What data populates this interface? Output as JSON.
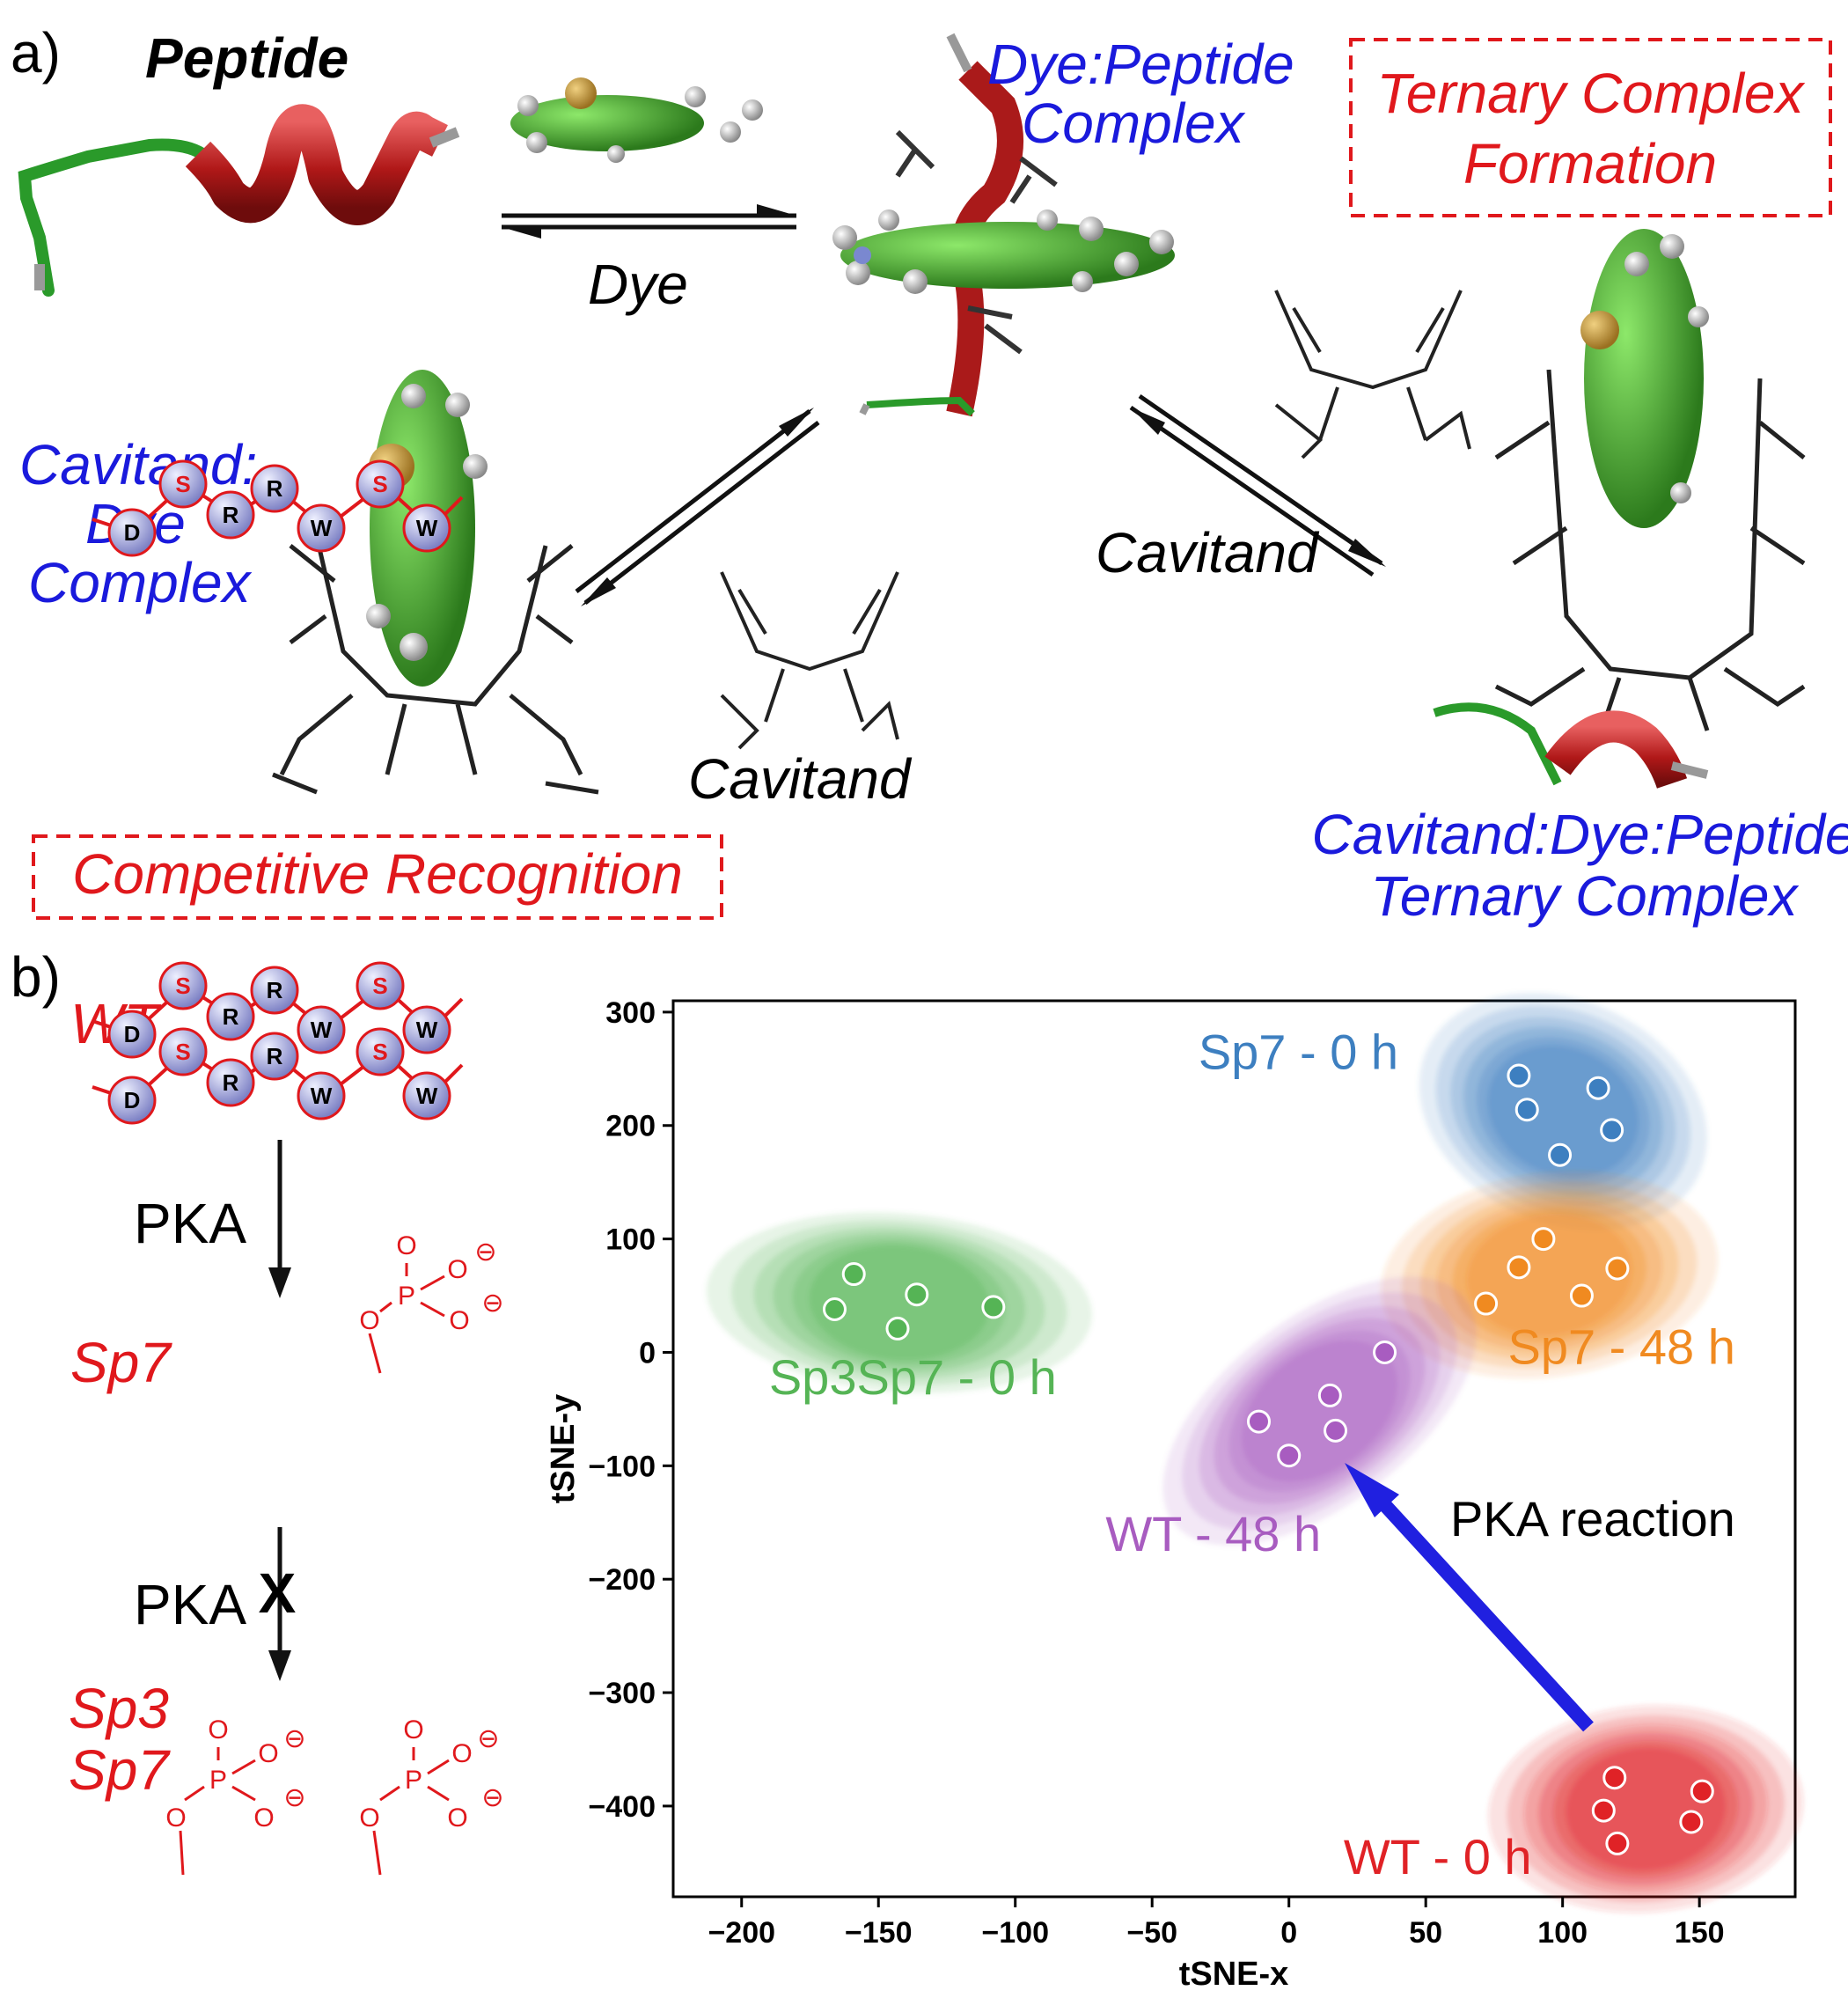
{
  "panel_a": {
    "label": "a)",
    "peptide": "Peptide",
    "dye": "Dye",
    "dye_peptide_line1": "Dye:Peptide",
    "dye_peptide_line2": "Complex",
    "ternary_box_line1": "Ternary Complex",
    "ternary_box_line2": "Formation",
    "cav_dye_line1": "Cavitand:",
    "cav_dye_line2": "Dye",
    "cav_dye_line3": "Complex",
    "cavitand_left": "Cavitand",
    "cavitand_right": "Cavitand",
    "competitive": "Competitive Recognition",
    "ternary_line1": "Cavitand:Dye:Peptide",
    "ternary_line2": "Ternary Complex"
  },
  "panel_b": {
    "label": "b)",
    "wt": "WT",
    "pka1": "PKA",
    "sp7": "Sp7",
    "pka2": "PKA",
    "blocked": "X",
    "sp3": "Sp3",
    "sp7b": "Sp7",
    "residues": [
      "D",
      "S",
      "R",
      "R",
      "W",
      "S",
      "W"
    ],
    "phosphate": {
      "p": "P",
      "o": "O",
      "minus": "⊖"
    }
  },
  "chart_data": {
    "type": "scatter",
    "xlabel": "tSNE-x",
    "ylabel": "tSNE-y",
    "xlim": [
      -225,
      185
    ],
    "ylim": [
      -480,
      310
    ],
    "xticks": [
      -200,
      -150,
      -100,
      -50,
      0,
      50,
      100,
      150
    ],
    "yticks": [
      300,
      200,
      100,
      0,
      -100,
      -200,
      -300,
      -400
    ],
    "grid": false,
    "annotation": "PKA reaction",
    "annotation_color": "#2020e0",
    "series": [
      {
        "name": "Sp7 - 0 h",
        "color": "#3d7fc0",
        "points": [
          [
            84,
            244
          ],
          [
            113,
            233
          ],
          [
            87,
            214
          ],
          [
            118,
            196
          ],
          [
            99,
            174
          ]
        ]
      },
      {
        "name": "Sp7 - 48 h",
        "color": "#f08a20",
        "points": [
          [
            93,
            100
          ],
          [
            84,
            75
          ],
          [
            120,
            74
          ],
          [
            72,
            43
          ],
          [
            107,
            50
          ]
        ]
      },
      {
        "name": "Sp3Sp7 - 0 h",
        "color": "#55b455",
        "points": [
          [
            -159,
            69
          ],
          [
            -136,
            51
          ],
          [
            -108,
            40
          ],
          [
            -166,
            38
          ],
          [
            -143,
            21
          ]
        ]
      },
      {
        "name": "WT - 48 h",
        "color": "#a85cc0",
        "points": [
          [
            35,
            0
          ],
          [
            15,
            -38
          ],
          [
            -11,
            -61
          ],
          [
            17,
            -69
          ],
          [
            0,
            -91
          ]
        ]
      },
      {
        "name": "WT - 0 h",
        "color": "#e02226",
        "points": [
          [
            119,
            -375
          ],
          [
            151,
            -387
          ],
          [
            115,
            -404
          ],
          [
            147,
            -414
          ],
          [
            120,
            -433
          ]
        ]
      }
    ]
  }
}
